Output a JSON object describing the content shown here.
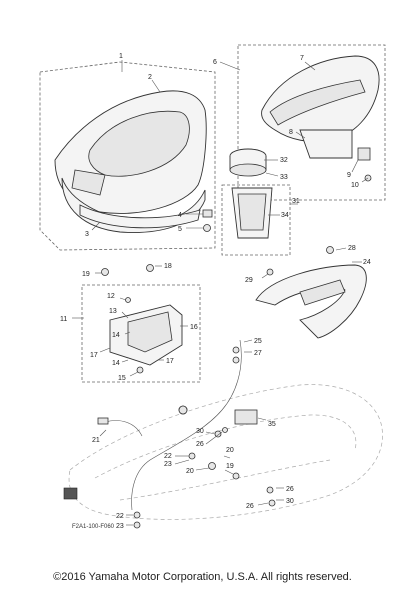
{
  "callouts": {
    "c1": "1",
    "c2": "2",
    "c3": "3",
    "c4": "4",
    "c5": "5",
    "c6": "6",
    "c7": "7",
    "c8": "8",
    "c9": "9",
    "c10": "10",
    "c11": "11",
    "c12": "12",
    "c13": "13",
    "c14": "14",
    "c15": "15",
    "c16": "16",
    "c17": "17",
    "c18": "18",
    "c19": "19",
    "c20": "20",
    "c21": "21",
    "c22": "22",
    "c23": "23",
    "c24": "24",
    "c25": "25",
    "c26": "26",
    "c27": "27",
    "c28": "28",
    "c29": "29",
    "c30": "30",
    "c31": "31",
    "c32": "32",
    "c33": "33",
    "c34": "34",
    "c35": "35"
  },
  "figure_code": "F2A1-100-F060",
  "copyright": "©2016 Yamaha Motor Corporation, U.S.A. All rights reserved."
}
